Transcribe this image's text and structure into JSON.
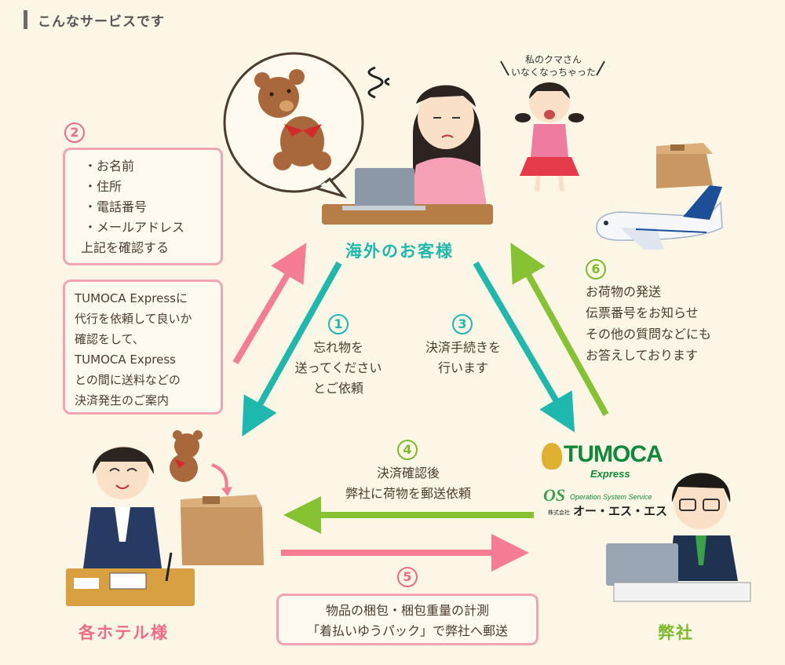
{
  "header": {
    "title": "こんなサービスです"
  },
  "nodes": {
    "customer": "海外のお客様",
    "hotel": "各ホテル様",
    "company": "弊社"
  },
  "child_bubble": [
    "私のクマさん",
    "いなくなっちゃった"
  ],
  "logo": {
    "tumoca": "TUMOCA",
    "express": "Express",
    "os_service": "Operation System Service",
    "company_prefix": "株式会社",
    "company_name": "オー・エス・エス"
  },
  "steps": {
    "s1": {
      "num": "1",
      "lines": [
        "忘れ物を",
        "送ってください",
        "とご依頼"
      ]
    },
    "s2": {
      "num": "2",
      "lines": [
        "・お名前",
        "・住所",
        "・電話番号",
        "・メールアドレス",
        "上記を確認する"
      ]
    },
    "s2b": {
      "lines": [
        "TUMOCA Expressに",
        "代行を依頼して良いか",
        "確認をして、",
        "TUMOCA Express",
        "との間に送料などの",
        "決済発生のご案内"
      ]
    },
    "s3": {
      "num": "3",
      "lines": [
        "決済手続きを",
        "行います"
      ]
    },
    "s4": {
      "num": "4",
      "lines": [
        "決済確認後",
        "弊社に荷物を郵送依頼"
      ]
    },
    "s5": {
      "num": "5",
      "lines": [
        "物品の梱包・梱包重量の計測",
        "「着払いゆうパック」で弊社へ郵送"
      ]
    },
    "s6": {
      "num": "6",
      "lines": [
        "お荷物の発送",
        "伝票番号をお知らせ",
        "その他の質問などにも",
        "お答えしております"
      ]
    }
  },
  "colors": {
    "background": "#fcf6e6",
    "teal": "#1fb8ae",
    "pink": "#f06b86",
    "green": "#7dbb2a",
    "box_border": "#f2a3b4"
  }
}
